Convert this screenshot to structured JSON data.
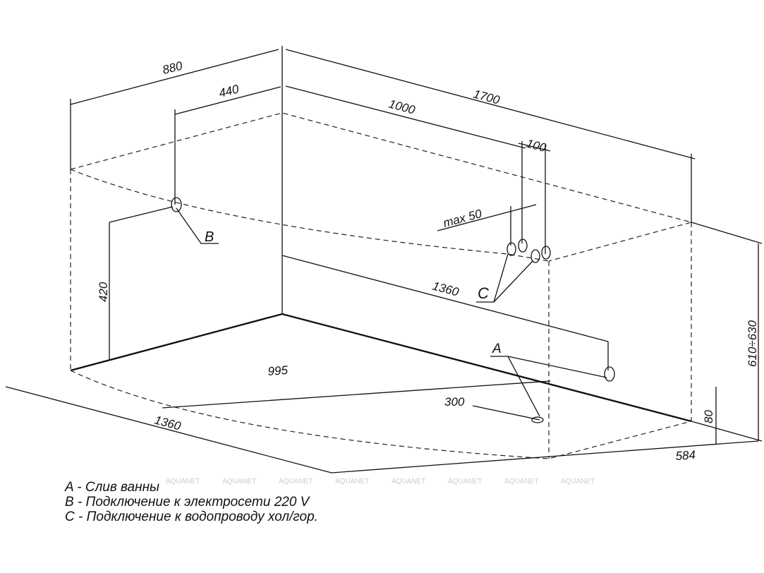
{
  "dimensions": {
    "d880": "880",
    "d440": "440",
    "d1700": "1700",
    "d1000": "1000",
    "d100": "100",
    "max50": "max 50",
    "d420": "420",
    "d1360_back": "1360",
    "d610_630": "610÷630",
    "d995": "995",
    "d300": "300",
    "d1360_front": "1360",
    "d80": "80",
    "d584": "584"
  },
  "markers": {
    "a": "A",
    "b": "B",
    "c": "C"
  },
  "watermark": "AQUANET",
  "legend": [
    "A - Слив ванны",
    "B - Подключение к электросети 220 V",
    "C - Подключение к водопроводу хол/гор."
  ]
}
